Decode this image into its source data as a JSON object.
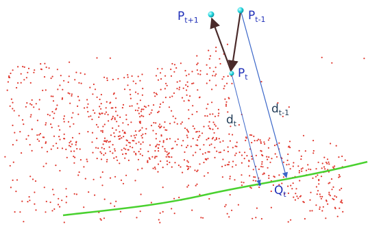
{
  "figure": {
    "labels": {
      "p_t_plus_1": {
        "base": "P",
        "sub": "t+1"
      },
      "p_t_minus_1": {
        "base": "P",
        "sub": "t-1"
      },
      "p_t": {
        "base": "P",
        "sub": "t"
      },
      "d_t": {
        "base": "d",
        "sub": "t"
      },
      "d_t_minus_1": {
        "base": "d",
        "sub": "t-1"
      },
      "q_t": {
        "base": "Q",
        "sub": "t"
      }
    },
    "colors": {
      "point_cloud": "#e0362c",
      "curve": "#49d12f",
      "trajectory": "#4a2a2a",
      "projection_lines": "#3a66c8",
      "markers": "#21d7e0",
      "label_blue": "#1f2fb8",
      "label_dark": "#1f3a55"
    },
    "icons": {
      "marker": "cyan-sphere",
      "arrow": "arrowhead"
    }
  }
}
